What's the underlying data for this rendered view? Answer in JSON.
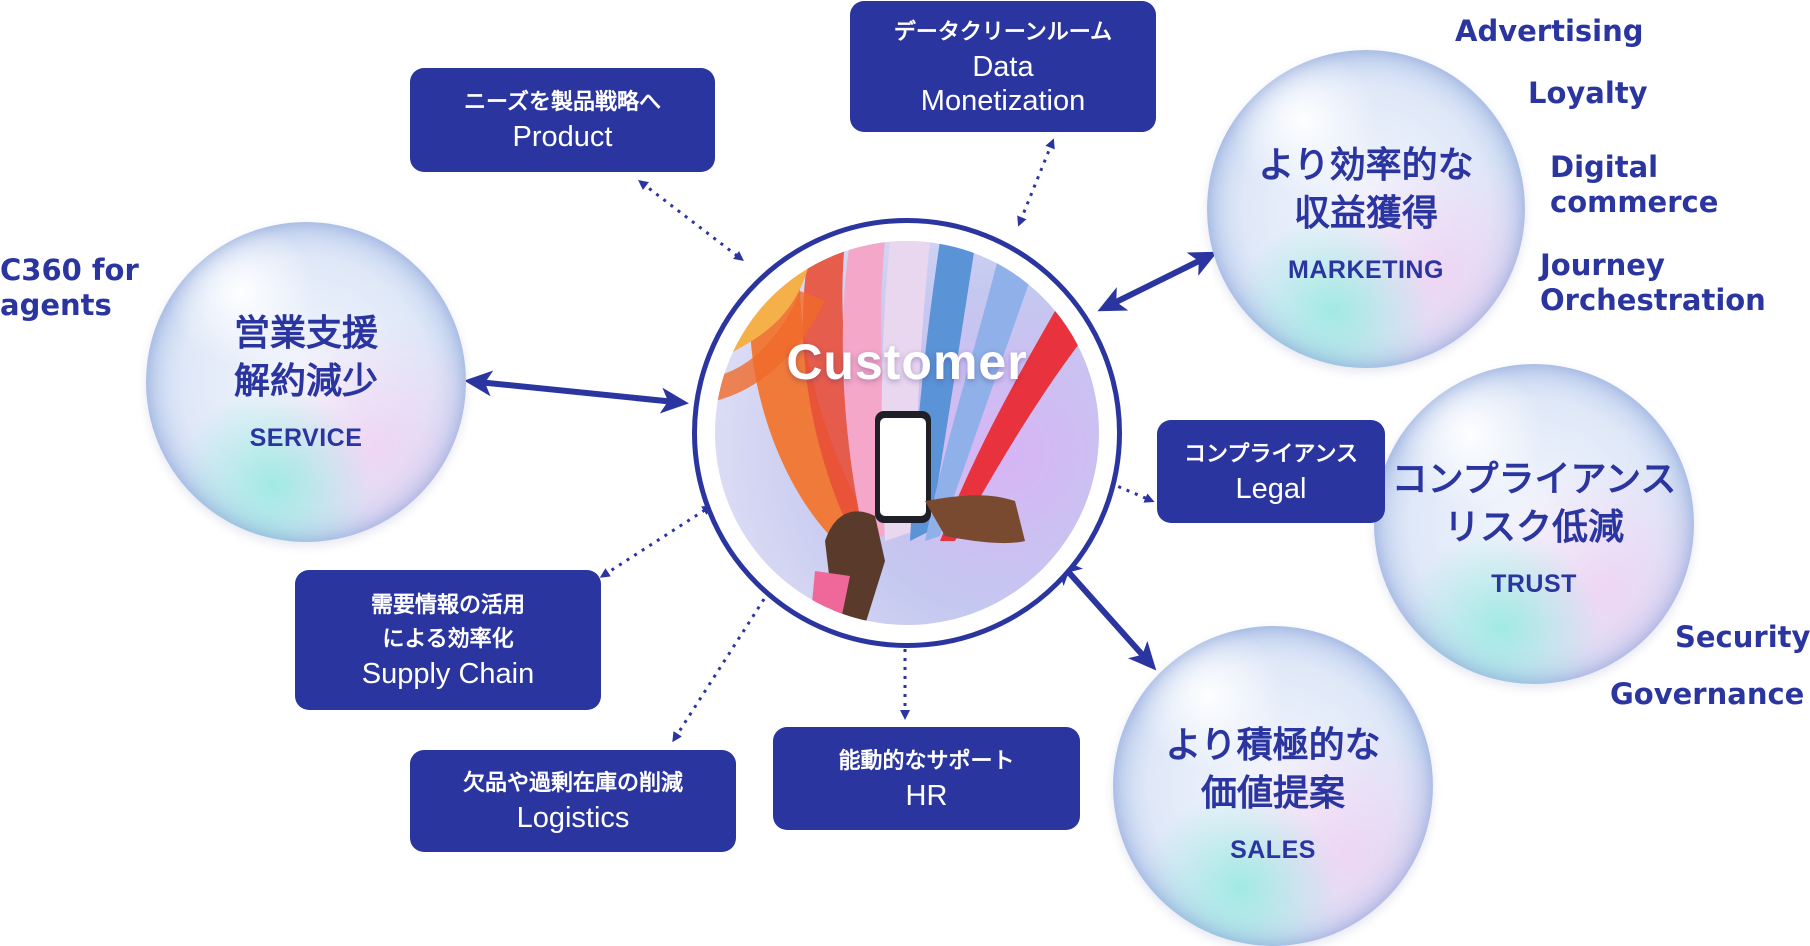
{
  "center": {
    "title": "Customer"
  },
  "bubbles": {
    "marketing": {
      "ja": "より効率的な\n収益獲得",
      "en": "MARKETING"
    },
    "service": {
      "ja": "営業支援\n解約減少",
      "en": "SERVICE"
    },
    "trust": {
      "ja": "コンプライアンス\nリスク低減",
      "en": "TRUST"
    },
    "sales": {
      "ja": "より積極的な\n価値提案",
      "en": "SALES"
    }
  },
  "boxes": {
    "product": {
      "ja": "ニーズを製品戦略へ",
      "en": "Product"
    },
    "data": {
      "ja": "データクリーンルーム",
      "en": "Data\nMonetization"
    },
    "legal": {
      "ja": "コンプライアンス",
      "en": "Legal"
    },
    "supply": {
      "ja": "需要情報の活用\nによる効率化",
      "en": "Supply Chain"
    },
    "logistics": {
      "ja": "欠品や過剰在庫の削減",
      "en": "Logistics"
    },
    "hr": {
      "ja": "能動的なサポート",
      "en": "HR"
    }
  },
  "tags": {
    "advertising": "Advertising",
    "loyalty": "Loyalty",
    "digital_commerce": "Digital\ncommerce",
    "journey": "Journey\nOrchestration",
    "c360": "C360 for\nagents",
    "security": "Security",
    "governance": "Governance"
  },
  "colors": {
    "brand": "#2b35a0",
    "bubble_edge": "#7f9fd8"
  }
}
